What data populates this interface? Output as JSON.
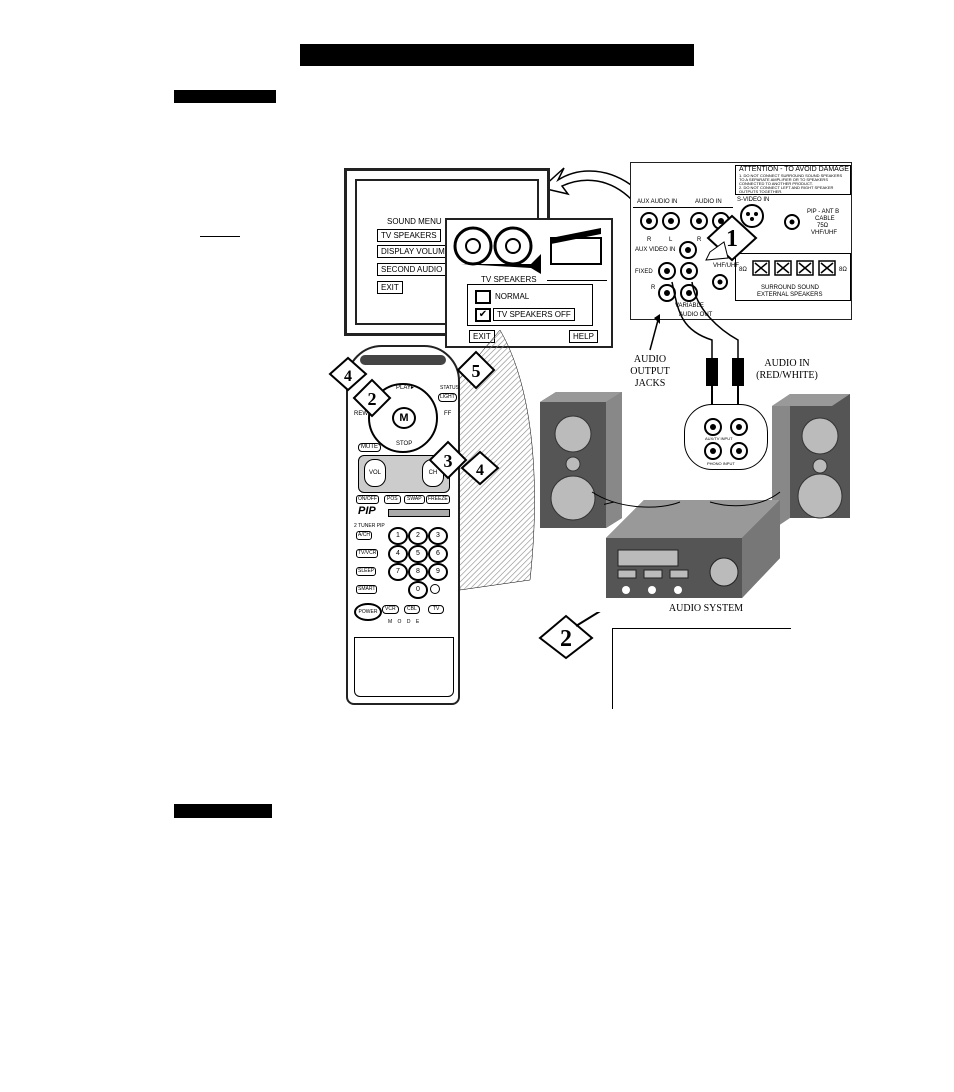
{
  "tv_screen": {
    "sound_menu_label": "SOUND MENU",
    "items": [
      "TV SPEAKERS",
      "DISPLAY VOLUME",
      "SECOND AUDIO PR",
      "EXIT"
    ]
  },
  "speakers_submenu": {
    "title": "TV SPEAKERS",
    "options": [
      {
        "label": "NORMAL",
        "checked": false
      },
      {
        "label": "TV SPEAKERS OFF",
        "checked": true
      }
    ],
    "exit_label": "EXIT",
    "help_label": "HELP"
  },
  "back_panel": {
    "attention_title": "ATTENTION - TO AVOID DAMAGE",
    "attention_lines": [
      "1. DO NOT CONNECT SURROUND SOUND SPEAKERS",
      "TO A SEPARATE AMPLIFIER OR TO SPEAKERS",
      "CONNECTED TO ANOTHER PRODUCT.",
      "2. DO NOT CONNECT LEFT AND RIGHT SPEAKER",
      "OUTPUTS TOGETHER."
    ],
    "aux_audio_in": "AUX AUDIO IN",
    "audio_in": "AUDIO IN",
    "svideo_in": "S-VIDEO IN",
    "r": "R",
    "l": "L",
    "aux_video_in": "AUX VIDEO IN",
    "fixed": "FIXED",
    "variable": "VARIABLE",
    "audio_out": "AUDIO OUT",
    "vhf_uhf": "VHF/UHF",
    "pip_ant": "PIP - ANT B",
    "cable": "CABLE",
    "ohms": "75Ω",
    "vhf_uhf2": "VHF/UHF",
    "surround_1": "SURROUND SOUND",
    "surround_2": "EXTERNAL SPEAKERS",
    "ohm_8": "8Ω"
  },
  "callouts": {
    "audio_output_jacks": "AUDIO OUTPUT JACKS",
    "audio_in_red_white": "AUDIO IN (RED/WHITE)",
    "audio_system": "AUDIO SYSTEM",
    "auxtv_input": "AUX/TV INPUT",
    "phono_input": "PHONO INPUT"
  },
  "steps": {
    "s1": "1",
    "s2a": "2",
    "s2b": "2",
    "s3": "3",
    "s4a": "4",
    "s4b": "4",
    "s5": "5"
  },
  "remote": {
    "play": "PLAY▸",
    "status": "STATUS",
    "light": "LIGHT",
    "rew": "REW",
    "ff": "FF",
    "m": "M",
    "stop": "STOP",
    "mute": "MUTE",
    "vol": "VOL",
    "ch": "CH",
    "row_buttons": [
      "ON/OFF",
      "POS",
      "SWAP",
      "FREEZE"
    ],
    "pip": "PIP",
    "tuner_pip": "2 TUNER PIP",
    "keys": [
      "1",
      "2",
      "3",
      "4",
      "5",
      "6",
      "7",
      "8",
      "9",
      "0"
    ],
    "left_keys": [
      "A/CH",
      "TV/VCR",
      "SLEEP",
      "SMART"
    ],
    "power": "POWER",
    "modes": [
      "VCR",
      "CBL",
      "TV"
    ],
    "mode_label": "M O D E"
  }
}
